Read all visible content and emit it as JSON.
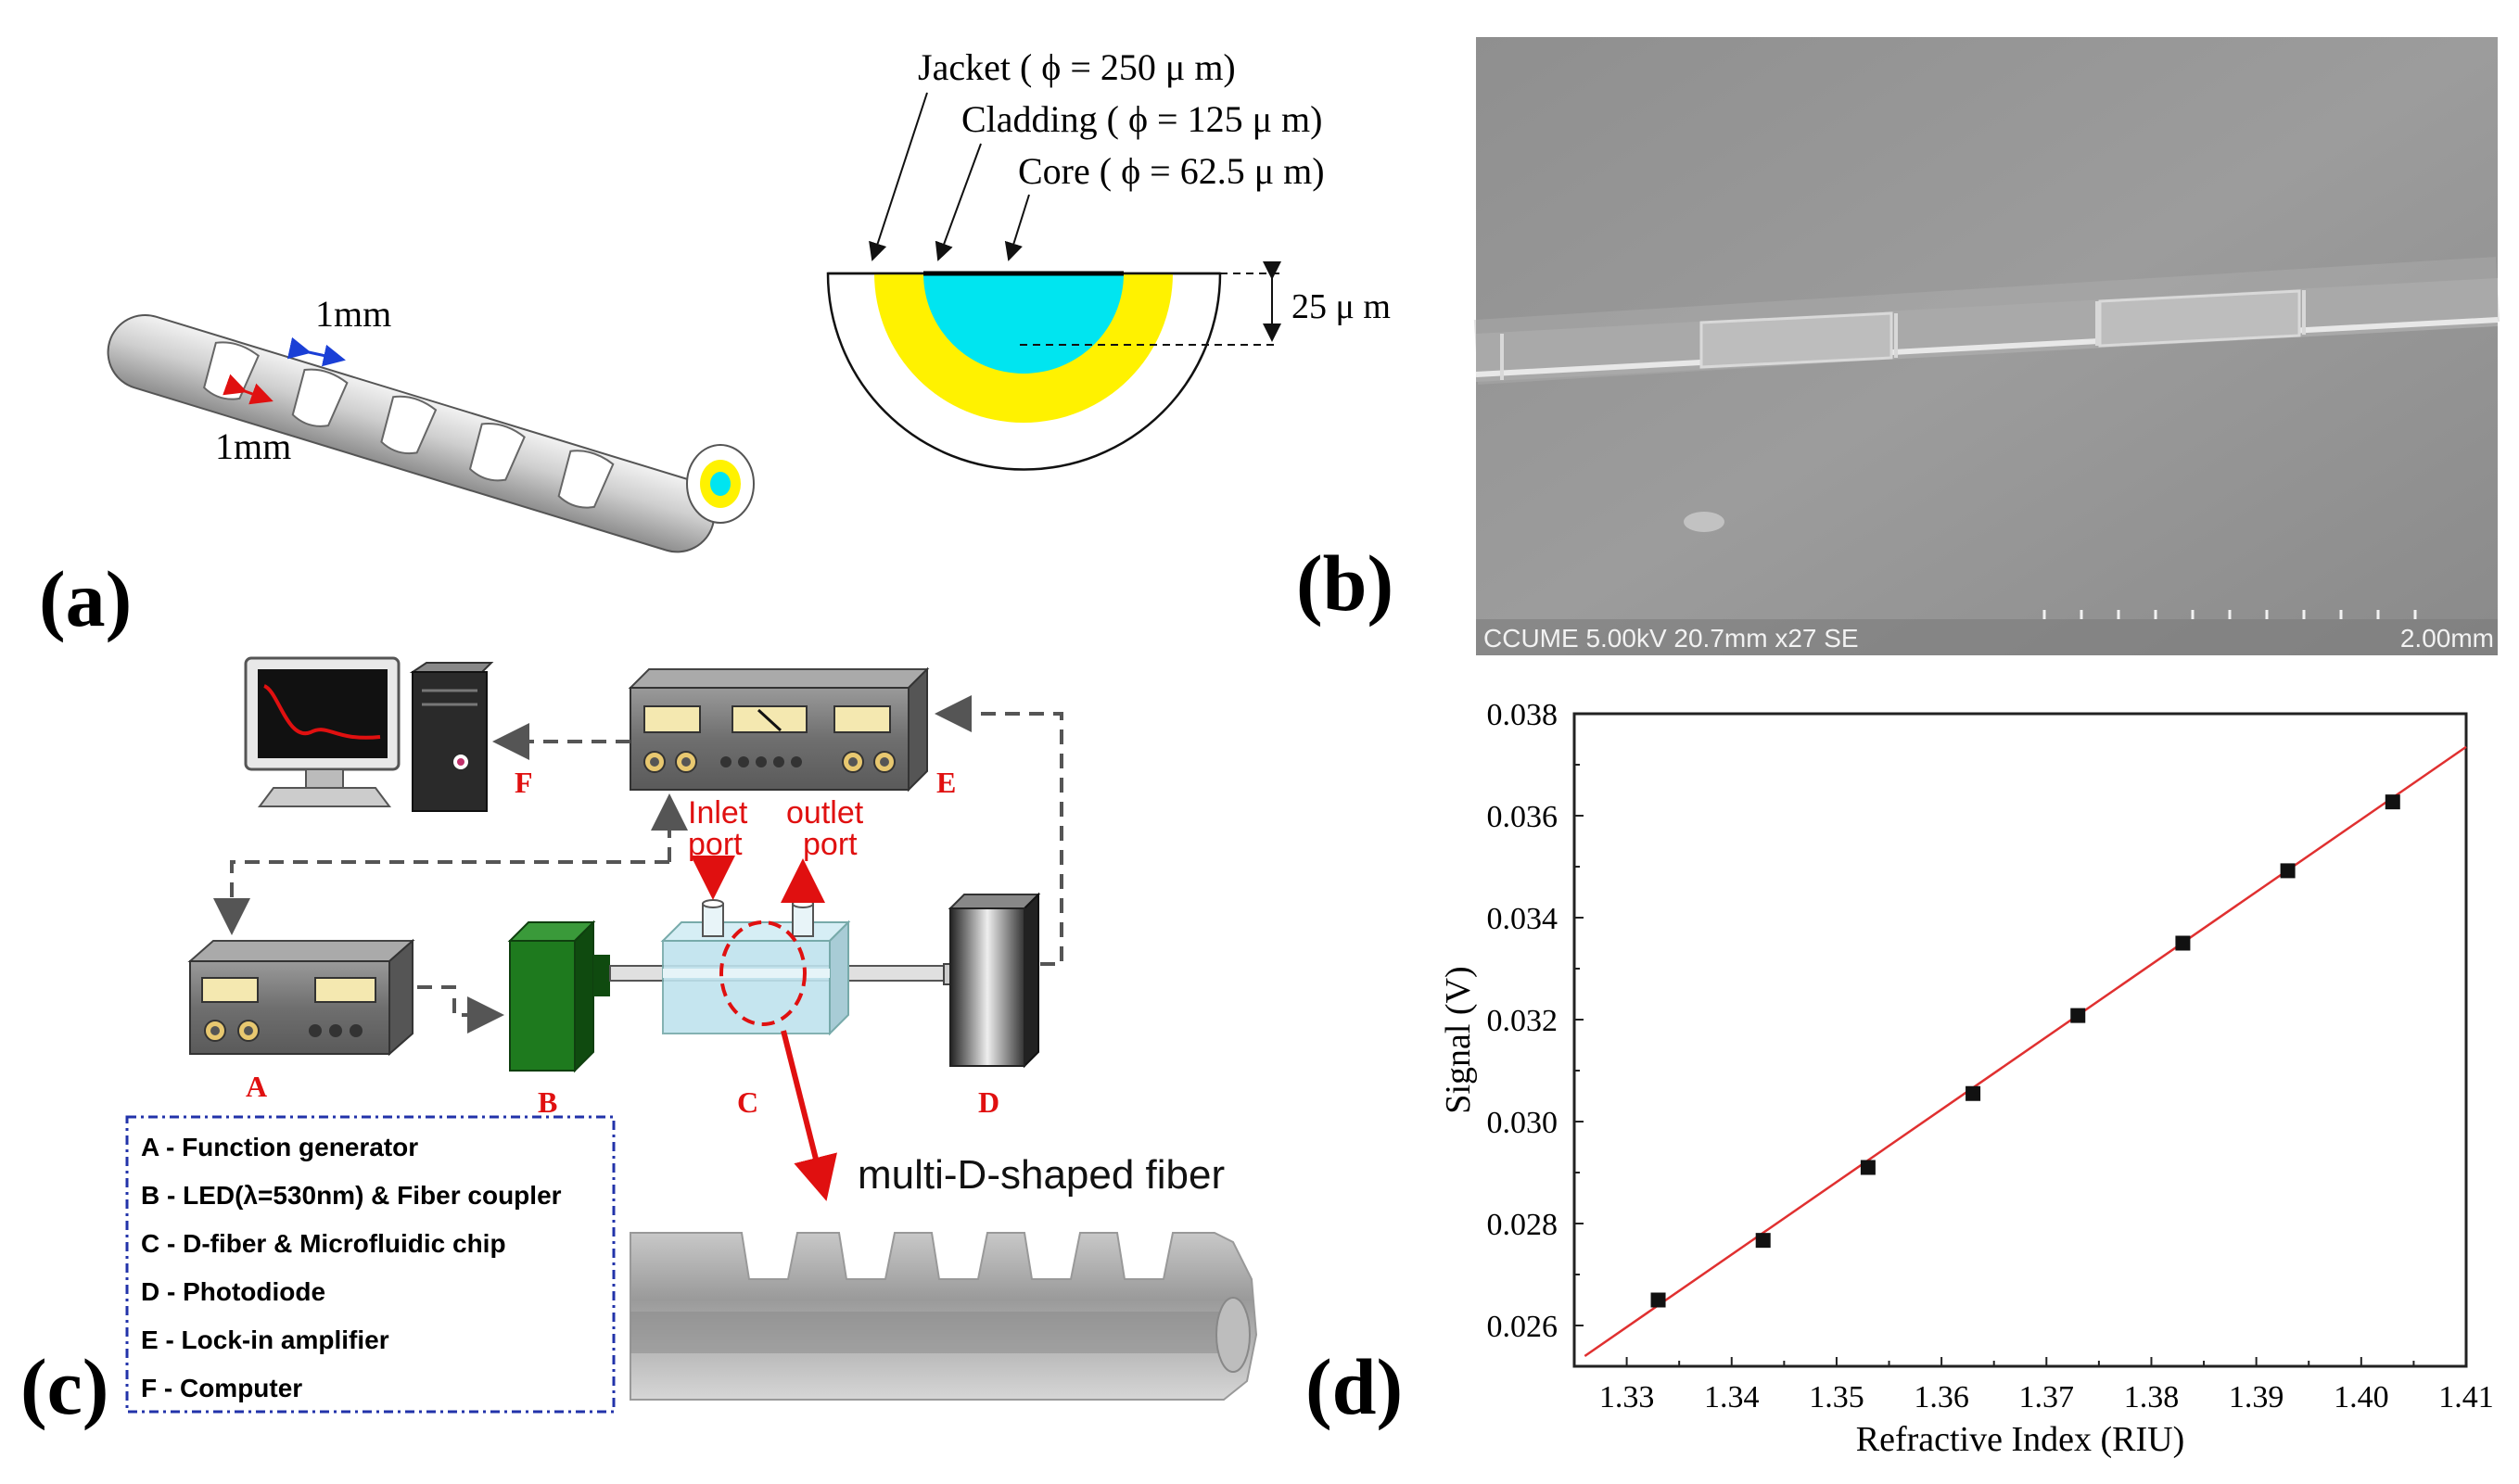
{
  "figure": {
    "panel_labels": [
      "(a)",
      "(b)",
      "(c)",
      "(d)"
    ],
    "panel_a": {
      "dim_top": "1mm",
      "dim_bottom": "1mm"
    },
    "panel_b": {
      "jacket": "Jacket ( ϕ = 250 μ m)",
      "cladding": "Cladding ( ϕ = 125 μ m)",
      "core": "Core ( ϕ = 62.5 μ m)",
      "depth": "25 μ m"
    },
    "sem": {
      "info": "CCUME 5.00kV 20.7mm x27 SE",
      "scale": "2.00mm"
    },
    "panel_c": {
      "unit_labels": [
        "A",
        "B",
        "C",
        "D",
        "E",
        "F"
      ],
      "inlet": [
        "Inlet",
        "port"
      ],
      "outlet": [
        "outlet",
        "port"
      ],
      "fiber_caption": "multi-D-shaped fiber",
      "legend": [
        "A - Function generator",
        "B - LED(λ=530nm) & Fiber coupler",
        "C - D-fiber & Microfluidic chip",
        "D - Photodiode",
        "E - Lock-in amplifier",
        "F - Computer"
      ]
    },
    "colors": {
      "core": "#00E5F0",
      "cladding": "#FFF200",
      "red": "#E01010",
      "legend_border": "#2233AA",
      "fit_line": "#E03030",
      "led_green": "#1E7A1E"
    }
  },
  "chart_data": {
    "type": "scatter",
    "xlabel": "Refractive Index (RIU)",
    "ylabel": "Signal (V)",
    "xlim": [
      1.325,
      1.41
    ],
    "ylim": [
      0.0252,
      0.038
    ],
    "x_ticks": [
      "1.33",
      "1.34",
      "1.35",
      "1.36",
      "1.37",
      "1.38",
      "1.39",
      "1.40",
      "1.41"
    ],
    "y_ticks": [
      "0.026",
      "0.028",
      "0.030",
      "0.032",
      "0.034",
      "0.036",
      "0.038"
    ],
    "x": [
      1.333,
      1.343,
      1.353,
      1.363,
      1.373,
      1.383,
      1.393,
      1.403
    ],
    "y": [
      0.0265,
      0.02767,
      0.0291,
      0.03055,
      0.03208,
      0.0335,
      0.03492,
      0.03627
    ],
    "fit": {
      "x": [
        1.326,
        1.41
      ],
      "y": [
        0.0254,
        0.03735
      ]
    }
  }
}
